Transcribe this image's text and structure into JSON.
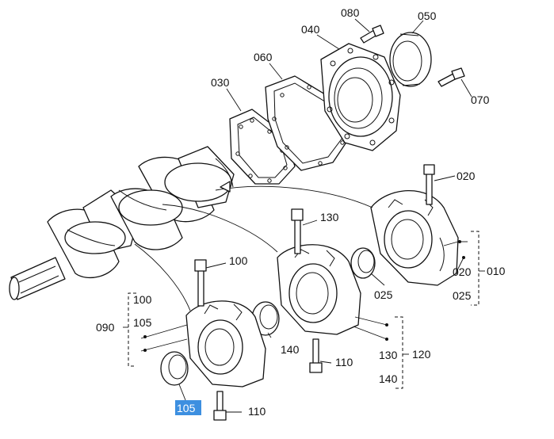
{
  "labels": {
    "l080": "080",
    "l050": "050",
    "l040": "040",
    "l060": "060",
    "l070": "070",
    "l030": "030",
    "l020a": "020",
    "l130a": "130",
    "l100a": "100",
    "l010": "010",
    "l020b": "020",
    "l025a": "025",
    "l025b": "025",
    "l100b": "100",
    "l105a": "105",
    "l090": "090",
    "l140a": "140",
    "l120": "120",
    "l130b": "130",
    "l140b": "140",
    "l110a": "110",
    "l110b": "110",
    "l105b": "105"
  },
  "highlight": {
    "label": "105",
    "color": "#3d8fe0"
  }
}
